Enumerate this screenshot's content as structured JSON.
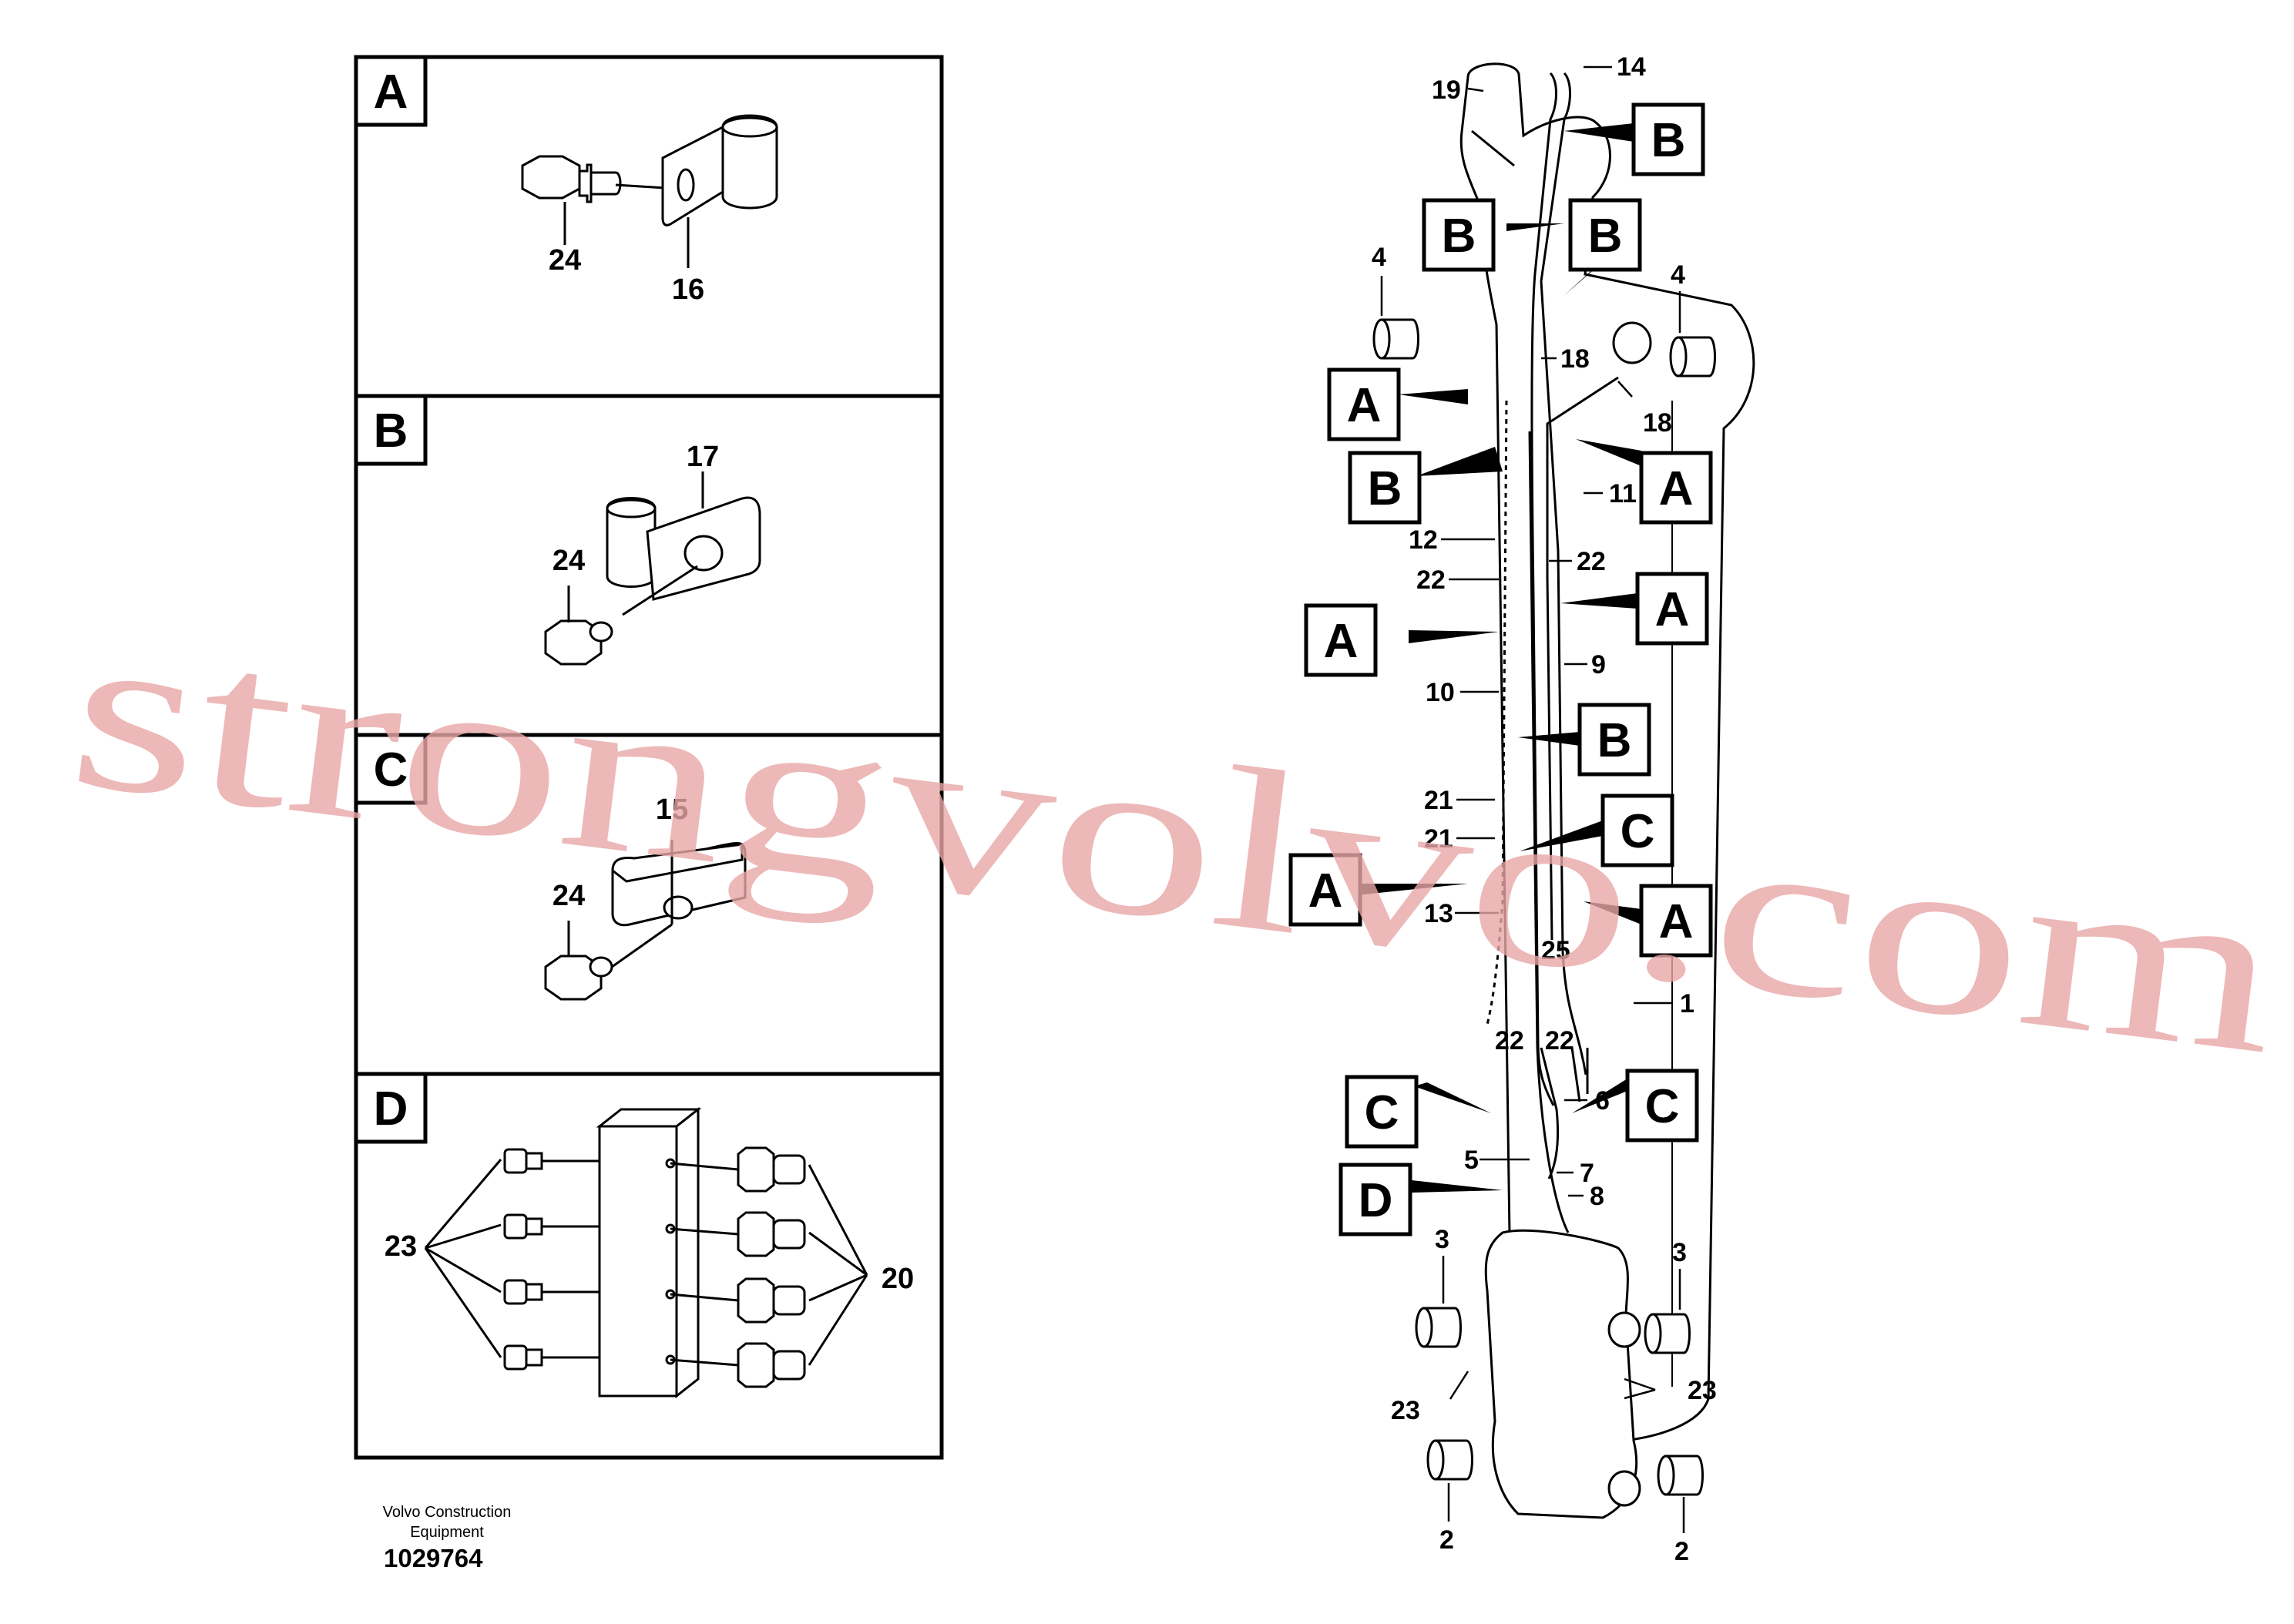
{
  "panels": [
    {
      "letter": "A",
      "parts": [
        "24",
        "16"
      ]
    },
    {
      "letter": "B",
      "parts": [
        "17",
        "24"
      ]
    },
    {
      "letter": "C",
      "parts": [
        "15",
        "24"
      ]
    },
    {
      "letter": "D",
      "parts": [
        "23",
        "20"
      ]
    }
  ],
  "callouts": {
    "top_14": "14",
    "top_19": "19",
    "left_4": "4",
    "right_4": "4",
    "c18a": "18",
    "c18b": "18",
    "c11": "11",
    "c12": "12",
    "c22a": "22",
    "c22b": "22",
    "c9": "9",
    "c10": "10",
    "c21a": "21",
    "c21b": "21",
    "c13": "13",
    "c25": "25",
    "c1": "1",
    "c22c": "22",
    "c22d": "22",
    "c6": "6",
    "c5": "5",
    "c7": "7",
    "c8": "8",
    "left_3": "3",
    "right_3": "3",
    "left_23": "23",
    "right_23": "23",
    "left_2": "2",
    "right_2": "2"
  },
  "view_refs": {
    "b1": "B",
    "b2": "B",
    "b3": "B",
    "b4": "B",
    "b5": "B",
    "a1": "A",
    "a2": "A",
    "a3": "A",
    "a4": "A",
    "a5": "A",
    "a6": "A",
    "cc1": "C",
    "cc2": "C",
    "cc3": "C",
    "d1": "D"
  },
  "footer": {
    "brand_line1": "Volvo Construction",
    "brand_line2": "Equipment",
    "drawing_no": "1029764"
  },
  "watermark": {
    "text": "strongvolvo.com",
    "color": "#e8a6a6"
  }
}
